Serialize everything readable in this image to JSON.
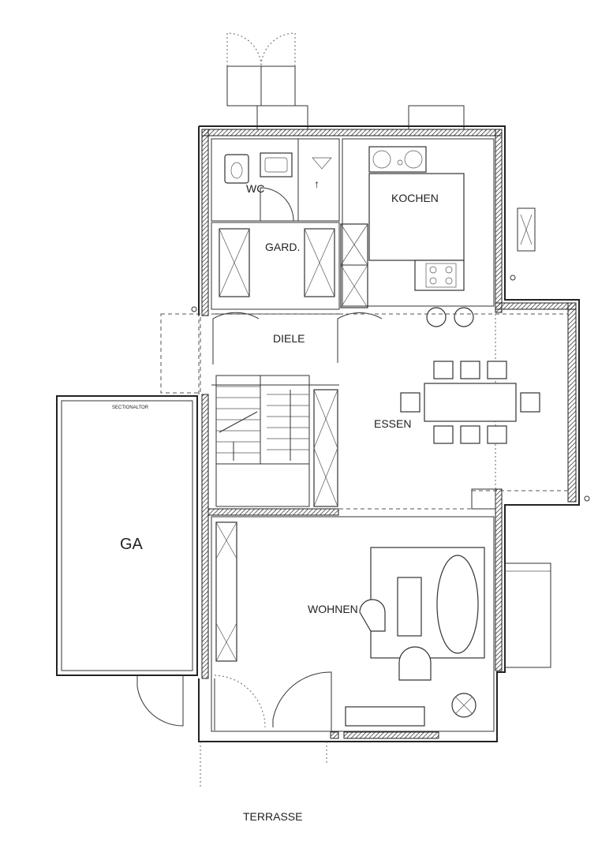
{
  "rooms": {
    "wc": "WC",
    "garderobe": "GARD.",
    "kochen": "KOCHEN",
    "diele": "DIELE",
    "essen": "ESSEN",
    "wohnen": "WOHNEN",
    "garage": "GA",
    "terrasse": "TERRASSE"
  },
  "annotations": {
    "garage_door": "SECTIONALTOR",
    "stair_arrow": "↑"
  }
}
